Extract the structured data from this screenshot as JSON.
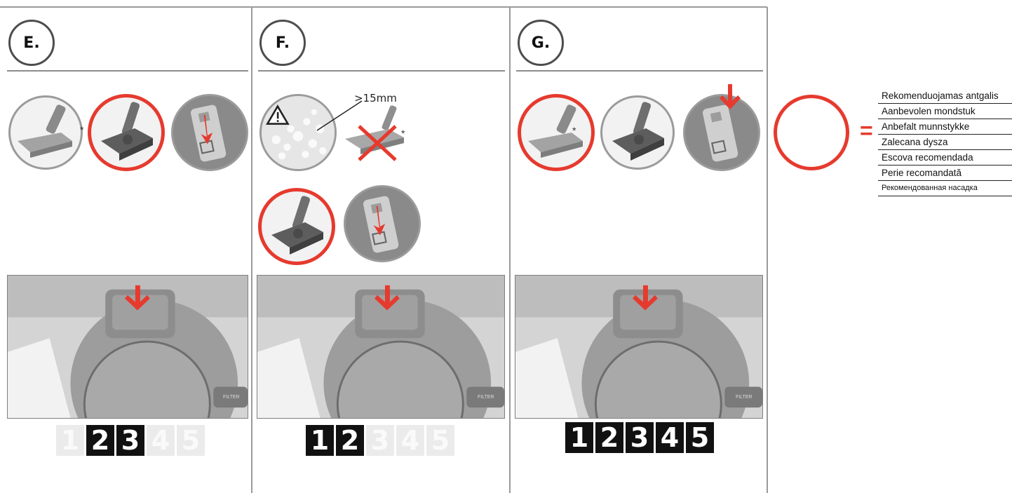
{
  "panels": [
    {
      "badge": "E.",
      "steps": [
        {
          "n": "1",
          "active": false
        },
        {
          "n": "2",
          "active": true
        },
        {
          "n": "3",
          "active": true
        },
        {
          "n": "4",
          "active": false
        },
        {
          "n": "5",
          "active": false
        }
      ]
    },
    {
      "badge": "F.",
      "annotation": ">15mm",
      "steps": [
        {
          "n": "1",
          "active": true
        },
        {
          "n": "2",
          "active": true
        },
        {
          "n": "3",
          "active": false
        },
        {
          "n": "4",
          "active": false
        },
        {
          "n": "5",
          "active": false
        }
      ]
    },
    {
      "badge": "G.",
      "steps": [
        {
          "n": "1",
          "active": true
        },
        {
          "n": "2",
          "active": true
        },
        {
          "n": "3",
          "active": true
        },
        {
          "n": "4",
          "active": true
        },
        {
          "n": "5",
          "active": true
        }
      ]
    }
  ],
  "star_mark": "*",
  "photo_button_text": "FILTER",
  "legend": {
    "equals": "=",
    "languages": [
      "Rekomenduojamas antgalis",
      "Aanbevolen mondstuk",
      "Anbefalt munnstykke",
      "Zalecana dysza",
      "Escova recomendada",
      "Perie recomandată",
      "Рекомендованная насадка"
    ]
  },
  "colors": {
    "accent_red": "#e63a2e",
    "step_active": "#111111",
    "step_inactive": "#ebebeb"
  },
  "icons": [
    "nozzle-flat-icon",
    "nozzle-carpet-icon",
    "bag-indicator-icon",
    "warning-icon",
    "arrow-down-icon",
    "cross-icon"
  ]
}
